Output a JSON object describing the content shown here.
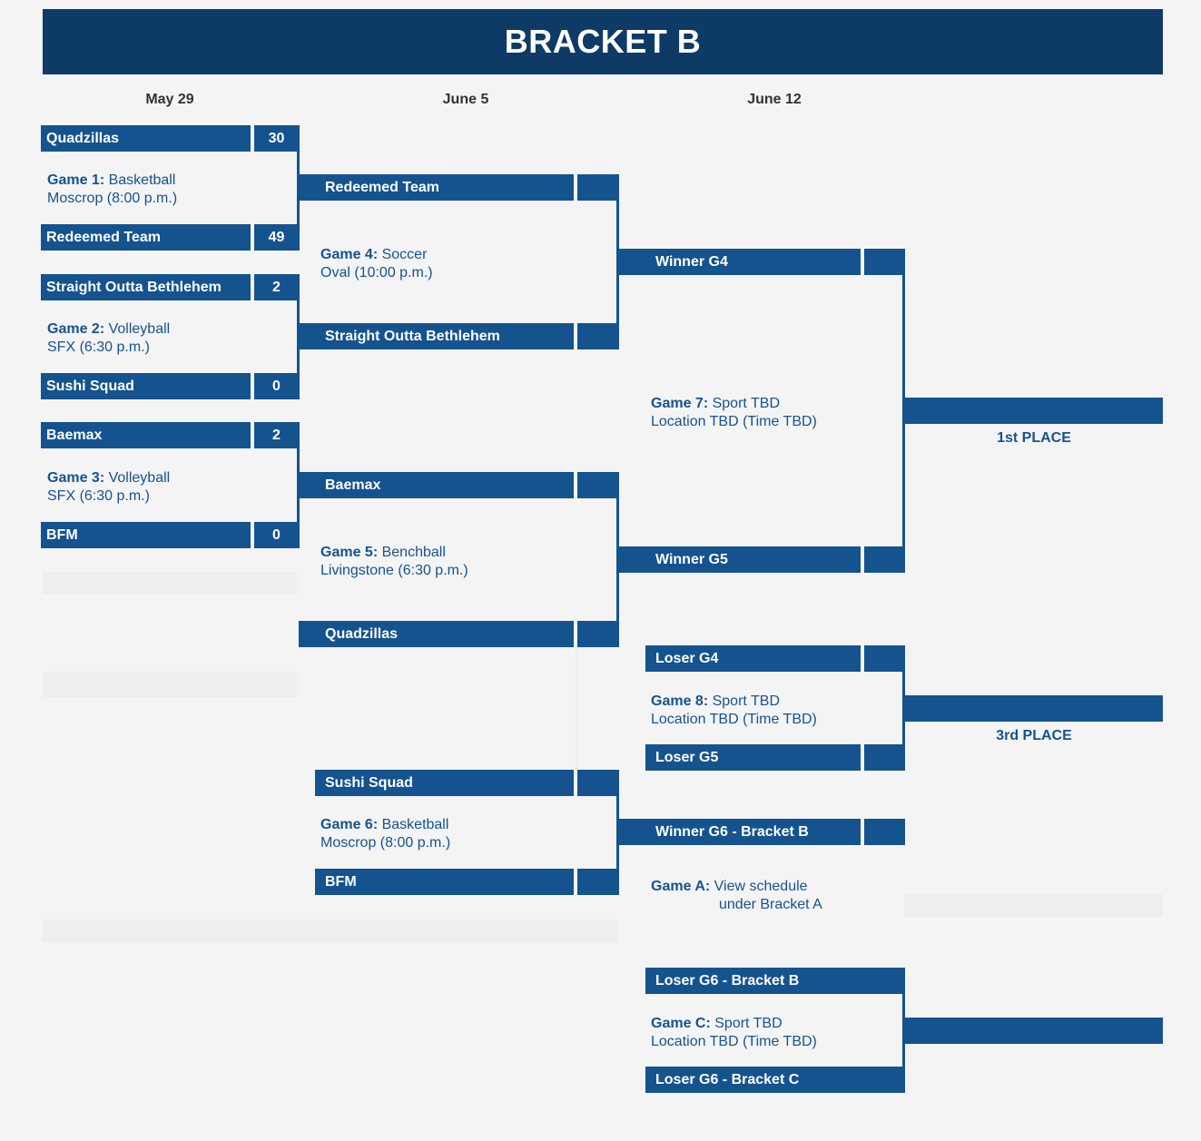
{
  "title": "BRACKET B",
  "dates": [
    "May 29",
    "June 5",
    "June 12"
  ],
  "round1": [
    {
      "team": "Quadzillas",
      "score": "30"
    },
    {
      "team": "Redeemed Team",
      "score": "49"
    },
    {
      "team": "Straight Outta Bethlehem",
      "score": "2"
    },
    {
      "team": "Sushi Squad",
      "score": "0"
    },
    {
      "team": "Baemax",
      "score": "2"
    },
    {
      "team": "BFM",
      "score": "0"
    }
  ],
  "round2": [
    "Redeemed Team",
    "Straight Outta Bethlehem",
    "Baemax",
    "Quadzillas",
    "Sushi Squad",
    "BFM"
  ],
  "round3": [
    "Winner G4",
    "Winner G5",
    "Loser G4",
    "Loser G5",
    "Winner G6 - Bracket B",
    "Loser G6 - Bracket B",
    "Loser G6 - Bracket C"
  ],
  "games": {
    "g1": {
      "label": "Game 1:",
      "sport": "Basketball",
      "venue": "Moscrop (8:00 p.m.)"
    },
    "g2": {
      "label": "Game 2:",
      "sport": "Volleyball",
      "venue": "SFX (6:30 p.m.)"
    },
    "g3": {
      "label": "Game 3:",
      "sport": "Volleyball",
      "venue": "SFX (6:30 p.m.)"
    },
    "g4": {
      "label": "Game 4:",
      "sport": "Soccer",
      "venue": "Oval (10:00 p.m.)"
    },
    "g5": {
      "label": "Game 5:",
      "sport": "Benchball",
      "venue": "Livingstone (6:30 p.m.)"
    },
    "g6": {
      "label": "Game 6:",
      "sport": "Basketball",
      "venue": "Moscrop (8:00 p.m.)"
    },
    "g7": {
      "label": "Game 7:",
      "sport": "Sport TBD",
      "venue": "Location TBD (Time TBD)"
    },
    "g8": {
      "label": "Game 8:",
      "sport": "Sport TBD",
      "venue": "Location TBD (Time TBD)"
    },
    "gA": {
      "label": "Game A:",
      "sport": "View schedule",
      "venue": "under Bracket A"
    },
    "gC": {
      "label": "Game C:",
      "sport": "Sport TBD",
      "venue": "Location TBD (Time TBD)"
    }
  },
  "places": {
    "first": "1st PLACE",
    "third": "3rd PLACE"
  }
}
